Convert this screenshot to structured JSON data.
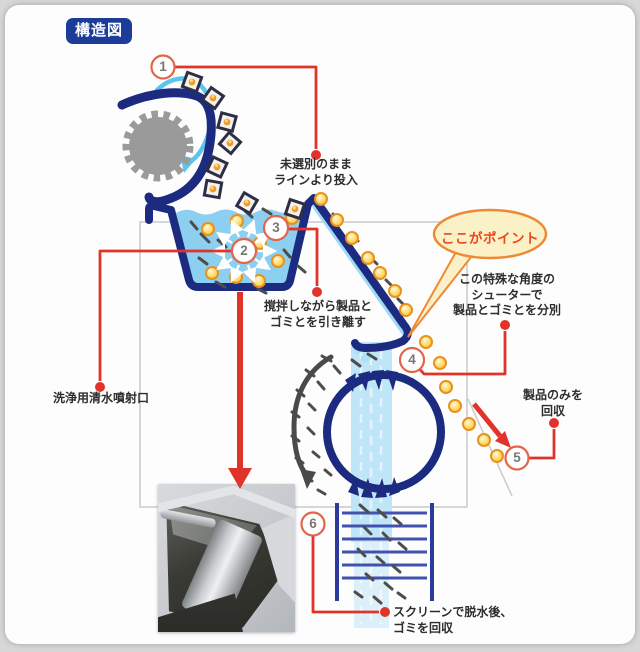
{
  "title_badge": "構造図",
  "callout": {
    "text": "ここがポイント"
  },
  "steps": [
    {
      "n": "1"
    },
    {
      "n": "2"
    },
    {
      "n": "3"
    },
    {
      "n": "4"
    },
    {
      "n": "5"
    },
    {
      "n": "6"
    }
  ],
  "annotations": {
    "step1_input": {
      "lines": [
        "未選別のまま",
        "ラインより投入"
      ]
    },
    "spray_nozzle": {
      "lines": [
        "洗浄用清水噴射口"
      ]
    },
    "step3_agitate": {
      "lines": [
        "撹拌しながら製品と",
        "ゴミとを引き離す"
      ]
    },
    "step4_chuter": {
      "lines": [
        "この特殊な角度の",
        "シューターで",
        "製品とゴミとを分別"
      ]
    },
    "step5_collect": {
      "lines": [
        "製品のみを",
        "回収"
      ]
    },
    "step6_screen": {
      "lines": [
        "スクリーンで脱水後、",
        "ゴミを回収"
      ]
    }
  },
  "colors": {
    "badge_blue": "#1C3C99",
    "machine_navy": "#1C2B80",
    "annotation_red": "#E0342B",
    "step_ring_orange": "#E2654A",
    "water_blue": "#8CCFF0",
    "water_column_blue": "#BFE5F8",
    "cyan_arrow": "#5CC5EE",
    "ball_orange": "#E8921E",
    "debris_gray": "#4D4D4B",
    "gear_gray": "#9A9A9A",
    "callout_cream": "#FBF1C6",
    "callout_orange_border": "#EE8A36",
    "callout_text_red": "#E8481C"
  }
}
